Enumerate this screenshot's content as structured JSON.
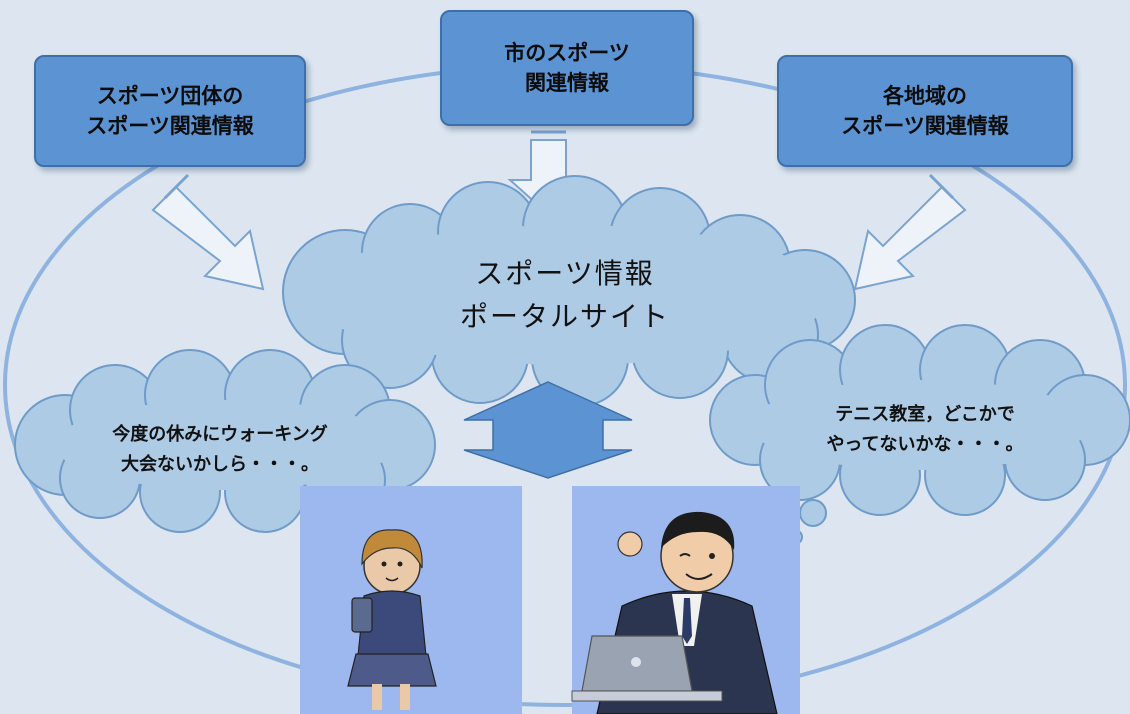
{
  "boxes": {
    "left": "スポーツ団体の\nスポーツ関連情報",
    "center": "市のスポーツ\n関連情報",
    "right": "各地域の\nスポーツ関連情報"
  },
  "portal": "スポーツ情報\nポータルサイト",
  "bubbles": {
    "left": "今度の休みにウォーキング\n大会ないかしら・・・。",
    "right": "テニス教室，どこかで\nやってないかな・・・。"
  },
  "colors": {
    "background": "#dde6f0",
    "box_fill": "#5b93d3",
    "box_border": "#3f6fa8",
    "cloud_fill": "#aecbe6",
    "cloud_stroke": "#6f9bc9",
    "arrow_fill": "#eef3fa",
    "arrow_stroke": "#7aa3cf",
    "double_arrow": "#5b93d3",
    "photo_bg": "#9db8ee"
  }
}
